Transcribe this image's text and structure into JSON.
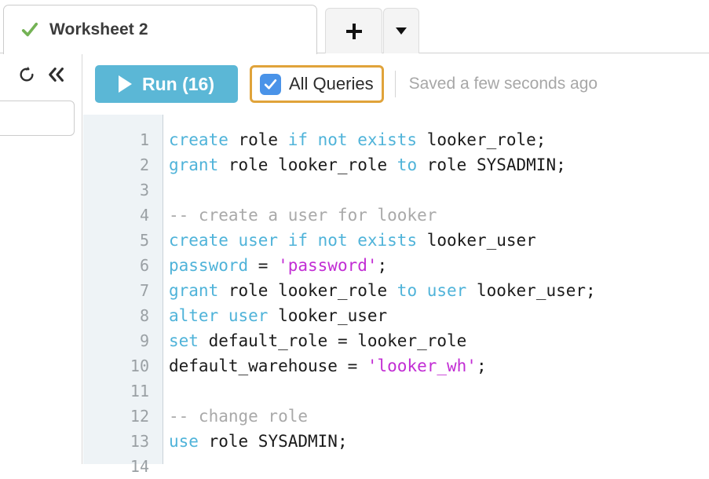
{
  "tabbar": {
    "active_tab": {
      "title": "Worksheet 2",
      "status_icon": "green-check-icon",
      "status_color": "#74b255"
    },
    "add_tab_label": "+",
    "dropdown_caret_label": "▼"
  },
  "left_panel": {
    "refresh_icon": "refresh-icon",
    "collapse_icon": "double-chevron-left-icon",
    "search_input_value": "",
    "search_input_placeholder": ""
  },
  "toolbar": {
    "run_label": "Run (16)",
    "run_button_color": "#5bb7d6",
    "run_play_icon": "play-icon",
    "all_queries_label": "All Queries",
    "all_queries_checked": true,
    "all_queries_checkbox_color": "#4a93e8",
    "all_queries_highlight_color": "#e0a33a",
    "saved_status": "Saved a few seconds ago"
  },
  "editor": {
    "line_numbers": [
      "1",
      "2",
      "3",
      "4",
      "5",
      "6",
      "7",
      "8",
      "9",
      "10",
      "11",
      "12",
      "13",
      "14"
    ],
    "syntax_colors": {
      "keyword": "#4fb3d9",
      "string": "#c22dd4",
      "comment": "#a9a9a9",
      "plain": "#1b1b1b"
    },
    "lines": [
      [
        {
          "t": "create",
          "c": "kw"
        },
        {
          "t": " role ",
          "c": "pl"
        },
        {
          "t": "if not exists",
          "c": "kw"
        },
        {
          "t": " looker_role;",
          "c": "pl"
        }
      ],
      [
        {
          "t": "grant",
          "c": "kw"
        },
        {
          "t": " role looker_role ",
          "c": "pl"
        },
        {
          "t": "to",
          "c": "kw"
        },
        {
          "t": " role SYSADMIN;",
          "c": "pl"
        }
      ],
      [],
      [
        {
          "t": "-- create a user for looker",
          "c": "cmt"
        }
      ],
      [
        {
          "t": "create user",
          "c": "kw"
        },
        {
          "t": " ",
          "c": "pl"
        },
        {
          "t": "if not exists",
          "c": "kw"
        },
        {
          "t": " looker_user",
          "c": "pl"
        }
      ],
      [
        {
          "t": "password",
          "c": "kw"
        },
        {
          "t": " = ",
          "c": "pl"
        },
        {
          "t": "'password'",
          "c": "str"
        },
        {
          "t": ";",
          "c": "pl"
        }
      ],
      [
        {
          "t": "grant",
          "c": "kw"
        },
        {
          "t": " role looker_role ",
          "c": "pl"
        },
        {
          "t": "to user",
          "c": "kw"
        },
        {
          "t": " looker_user;",
          "c": "pl"
        }
      ],
      [
        {
          "t": "alter user",
          "c": "kw"
        },
        {
          "t": " looker_user",
          "c": "pl"
        }
      ],
      [
        {
          "t": "set",
          "c": "kw"
        },
        {
          "t": " default_role = looker_role",
          "c": "pl"
        }
      ],
      [
        {
          "t": "default_warehouse = ",
          "c": "pl"
        },
        {
          "t": "'looker_wh'",
          "c": "str"
        },
        {
          "t": ";",
          "c": "pl"
        }
      ],
      [],
      [
        {
          "t": "-- change role",
          "c": "cmt"
        }
      ],
      [
        {
          "t": "use",
          "c": "kw"
        },
        {
          "t": " role SYSADMIN;",
          "c": "pl"
        }
      ],
      []
    ]
  }
}
